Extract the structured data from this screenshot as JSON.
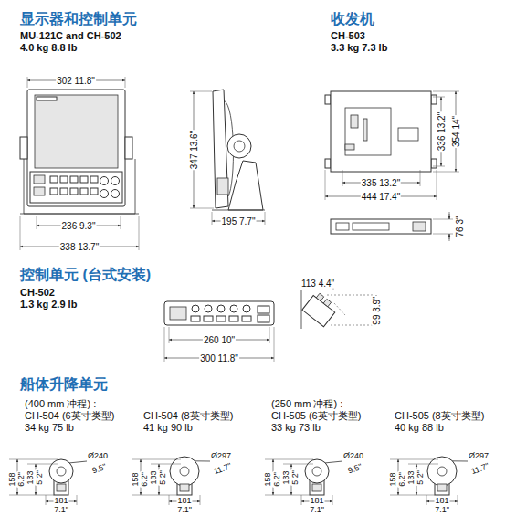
{
  "diagram": {
    "labels": [
      "显示器和控制单元",
      "MU-121C and CH-502",
      "4.0 kg  8.8 lb",
      "收发机",
      "CH-503",
      "3.3 kg  7.3 lb",
      "302  11.8\"",
      "347  13.6\"",
      "236  9.3\"",
      "338  13.7\"",
      "195  7.7\"",
      "336  13.2\"",
      "354  14\"",
      "335  13.2\"",
      "444  17.4\"",
      "76  3\"",
      "控制单元 (台式安装)",
      "CH-502",
      "1.3 kg  2.9 lb",
      "113  4.4\"",
      "99  3.9\"",
      "260  10\"",
      "300  11.8\"",
      "船体升降单元",
      "(400 mm 冲程) :",
      "CH-504 (6英寸类型)",
      "34 kg  75 lb",
      "CH-504 (8英寸类型)",
      "41 kg  90 lb",
      "(250 mm 冲程) :",
      "CH-505 (6英寸类型)",
      "33 kg  73 lb",
      "CH-505 (8英寸类型)",
      "40 kg  88 lb",
      "158",
      "6.2\"",
      "133",
      "5.2\"",
      "Ø240",
      "9.5\"",
      "181",
      "7.1\"",
      "158",
      "6.2\"",
      "133",
      "5.2\"",
      "Ø297",
      "11.7\"",
      "181",
      "7.1\"",
      "158",
      "6.2\"",
      "133",
      "5.2\"",
      "Ø240",
      "9.5\"",
      "181",
      "7.1\"",
      "158",
      "6.2\"",
      "133",
      "5.2\"",
      "Ø297",
      "11.7\"",
      "181",
      "7.1\""
    ]
  }
}
